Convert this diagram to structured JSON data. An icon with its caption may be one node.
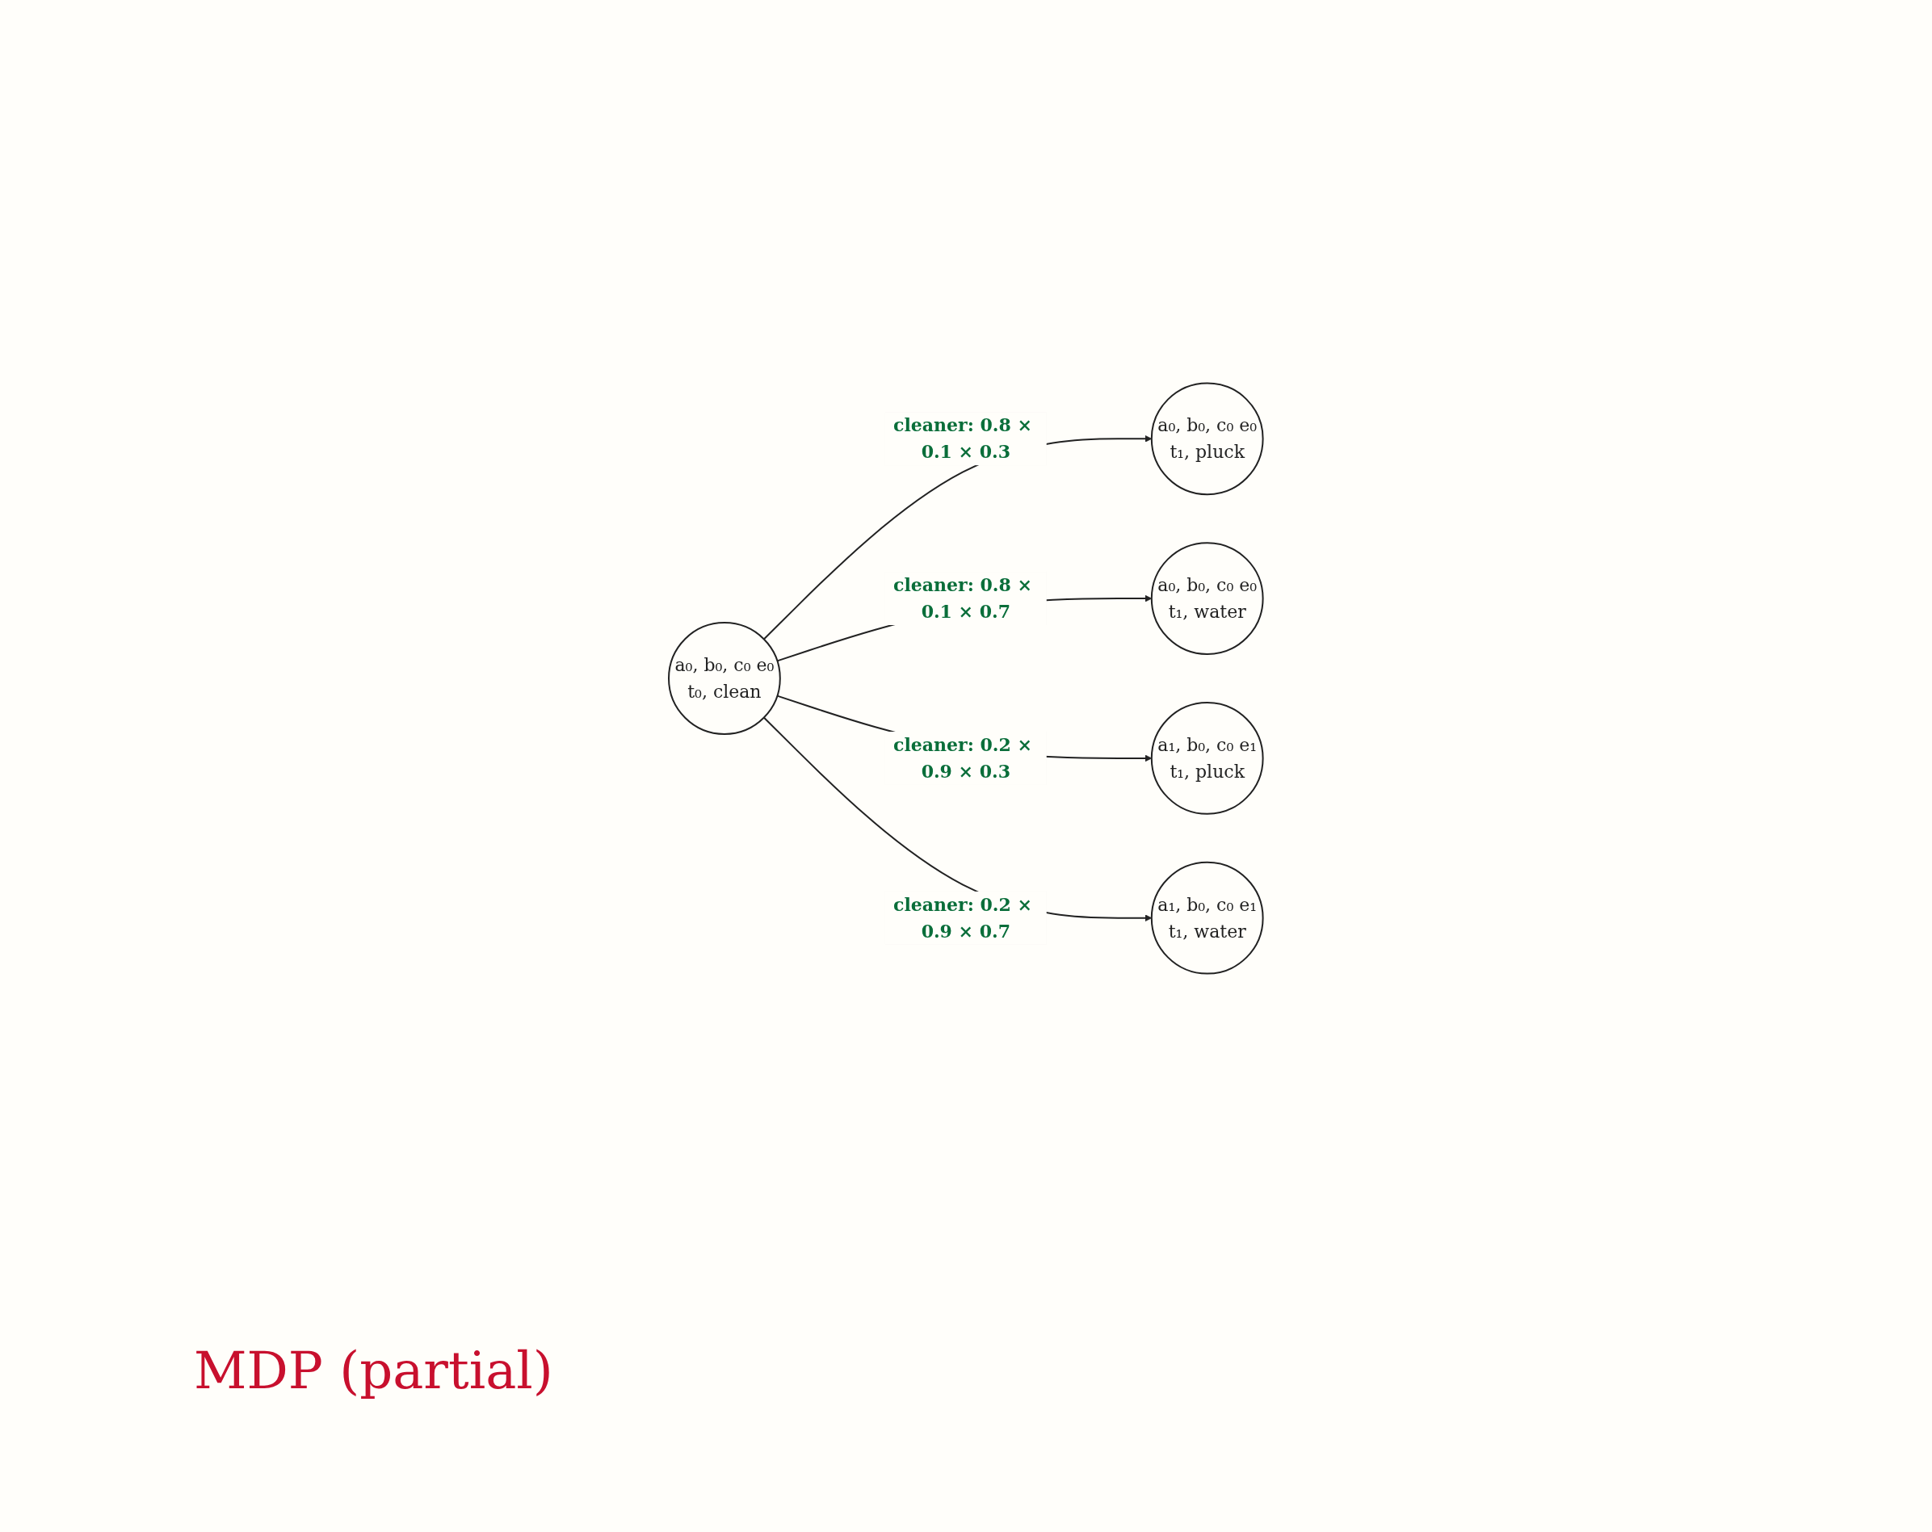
{
  "diagram": {
    "nodes": [
      {
        "text": [
          "a₀, b₀, c₀ e₀",
          "t₀, clean"
        ]
      },
      {
        "text": [
          "a₀, b₀, c₀ e₀",
          "t₁, pluck"
        ]
      },
      {
        "text": [
          "a₀, b₀, c₀ e₀",
          "t₁, water"
        ]
      },
      {
        "text": [
          "a₁, b₀, c₀ e₁",
          "t₁, pluck"
        ]
      },
      {
        "text": [
          "a₁, b₀, c₀ e₁",
          "t₁, water"
        ]
      }
    ],
    "edges": [
      {
        "from": 0,
        "to": 1,
        "arrow": "to",
        "label": "cleaner: 0.8 × 0.1 × 0.3"
      },
      {
        "from": 0,
        "to": 2,
        "arrow": "to",
        "label": "cleaner: 0.8 × 0.1 × 0.7"
      },
      {
        "from": 0,
        "to": 3,
        "arrow": "to",
        "label": "cleaner: 0.2 × 0.9 × 0.3"
      },
      {
        "from": 0,
        "to": 4,
        "arrow": "to",
        "label": "cleaner: 0.2 × 0.9 × 0.7"
      }
    ],
    "labels": [
      "MDP (partial)"
    ]
  }
}
